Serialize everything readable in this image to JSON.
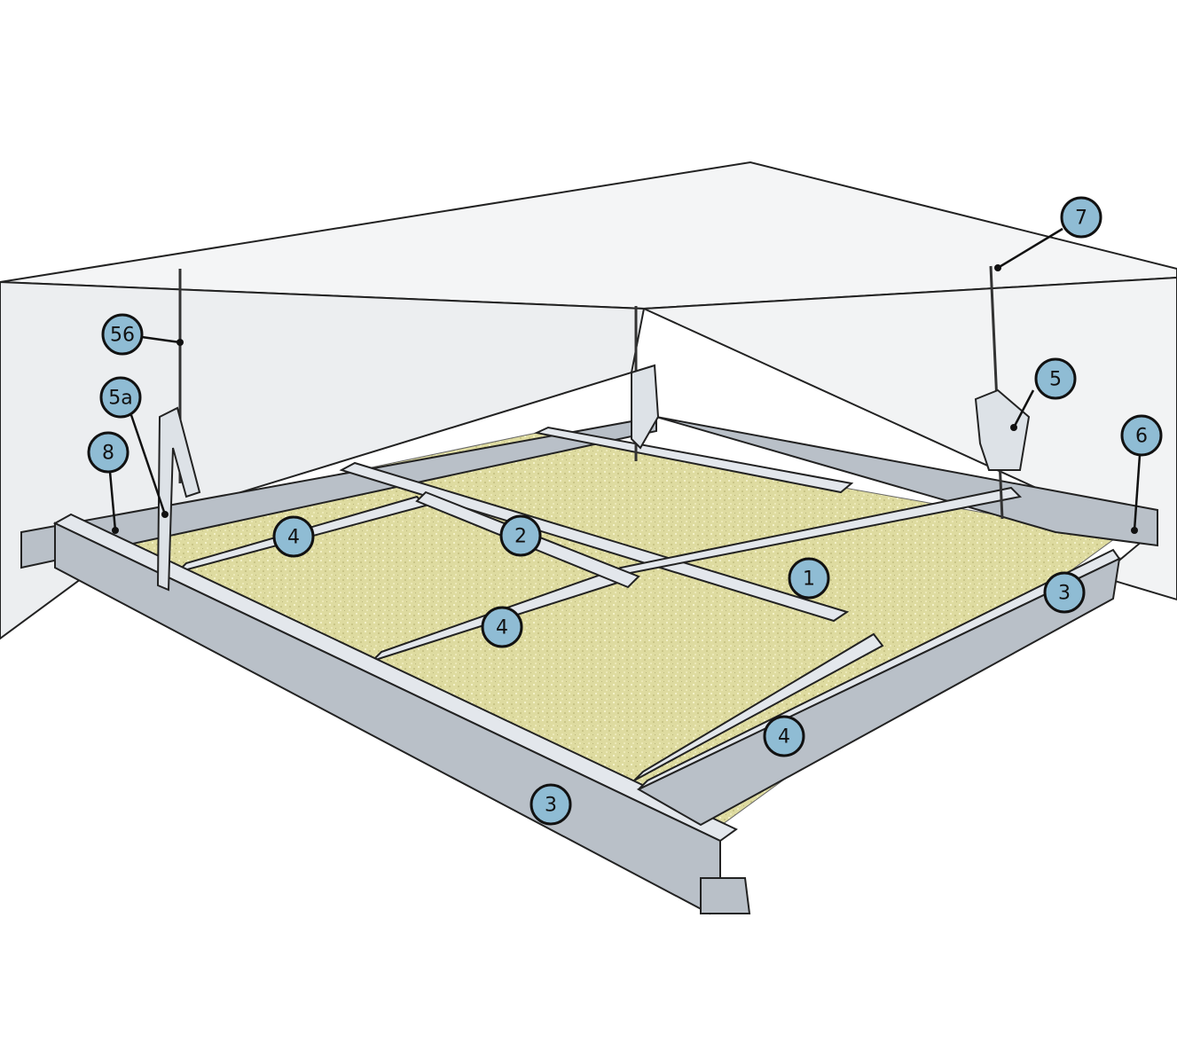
{
  "callouts": [
    {
      "id": "c1",
      "label": "1"
    },
    {
      "id": "c2",
      "label": "2"
    },
    {
      "id": "c3a",
      "label": "3"
    },
    {
      "id": "c3b",
      "label": "3"
    },
    {
      "id": "c4a",
      "label": "4"
    },
    {
      "id": "c4b",
      "label": "4"
    },
    {
      "id": "c4c",
      "label": "4"
    },
    {
      "id": "c5",
      "label": "5"
    },
    {
      "id": "c5a",
      "label": "5a"
    },
    {
      "id": "c56",
      "label": "56"
    },
    {
      "id": "c6",
      "label": "6"
    },
    {
      "id": "c7",
      "label": "7"
    },
    {
      "id": "c8",
      "label": "8"
    }
  ],
  "colors": {
    "panel": "#dfdca2",
    "wall": "#f1f2f3",
    "rail": "#c9cfd6",
    "callout_fill": "#8fbcd4"
  }
}
